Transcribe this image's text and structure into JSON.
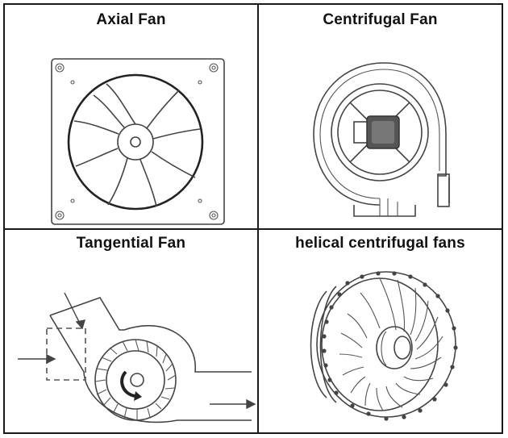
{
  "panels": {
    "axial": {
      "title": "Axial Fan"
    },
    "centrifugal": {
      "title": "Centrifugal Fan"
    },
    "tangential": {
      "title": "Tangential Fan"
    },
    "helical": {
      "title": "helical centrifugal fans"
    }
  }
}
